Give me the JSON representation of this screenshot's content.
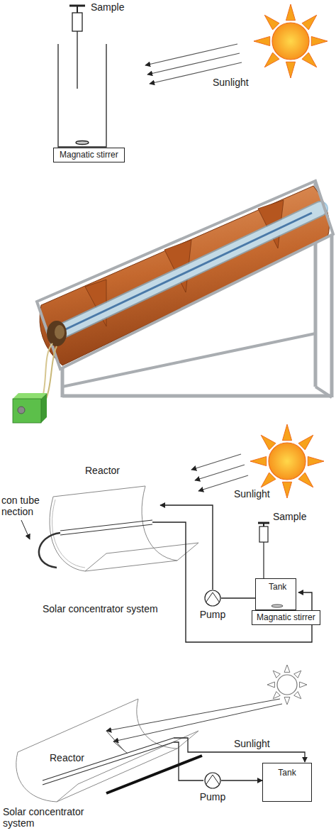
{
  "diagram": {
    "nodes": [
      {
        "text": [
          "Magnatic stirrer"
        ]
      },
      {
        "text": [
          "Pump"
        ]
      },
      {
        "text": [
          "Tank"
        ]
      },
      {
        "text": [
          "Magnatic stirrer"
        ]
      },
      {
        "text": [
          "Pump"
        ]
      },
      {
        "text": [
          "Tank"
        ]
      }
    ],
    "edges": [
      {
        "from": 2,
        "to": 1,
        "arrow": "none"
      },
      {
        "from": 4,
        "to": 5,
        "arrow": "to"
      }
    ],
    "labels": [
      "Sample",
      "Sunlight",
      "Reactor",
      "con tube nection",
      "Sunlight",
      "Sample",
      "Solar concentrator system",
      "Sunlight",
      "Reactor",
      "Solar concentrator system"
    ]
  }
}
